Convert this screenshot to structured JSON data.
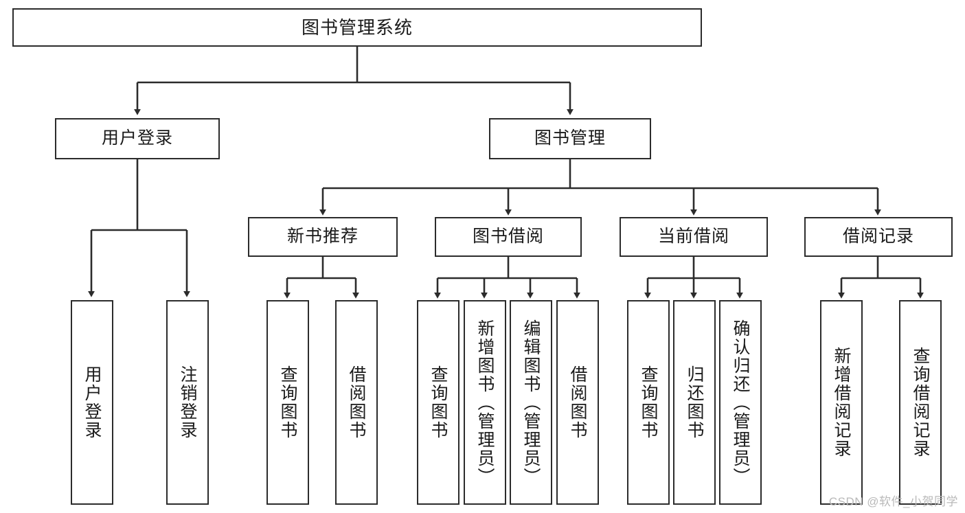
{
  "diagram": {
    "title": "图书管理系统",
    "type": "tree-hierarchy",
    "watermark": "CSDN @软件_小贺同学",
    "colors": {
      "background": "#ffffff",
      "box_border": "#2b2b2b",
      "box_fill": "#ffffff",
      "edge": "#2b2b2b",
      "text": "#1a1a1a",
      "watermark_text": "#b9b9b9"
    },
    "nodes": {
      "root": {
        "label": "图书管理系统"
      },
      "level2": [
        {
          "id": "user-login",
          "label": "用户登录"
        },
        {
          "id": "book-manage",
          "label": "图书管理"
        }
      ],
      "level3": [
        {
          "id": "new-book-rec",
          "label": "新书推荐"
        },
        {
          "id": "book-borrow",
          "label": "图书借阅"
        },
        {
          "id": "current-borrow",
          "label": "当前借阅"
        },
        {
          "id": "borrow-record",
          "label": "借阅记录"
        }
      ],
      "leaves": {
        "user_login": [
          {
            "id": "leaf-user-login",
            "label": "用户登录"
          },
          {
            "id": "leaf-logout",
            "label": "注销登录"
          }
        ],
        "new_book_rec": [
          {
            "id": "leaf-query-book-1",
            "label": "查询图书"
          },
          {
            "id": "leaf-borrow-book-1",
            "label": "借阅图书"
          }
        ],
        "book_borrow": [
          {
            "id": "leaf-query-book-2",
            "label": "查询图书"
          },
          {
            "id": "leaf-add-book",
            "label": "新增图书（管理员）"
          },
          {
            "id": "leaf-edit-book",
            "label": "编辑图书（管理员）"
          },
          {
            "id": "leaf-borrow-book-2",
            "label": "借阅图书"
          }
        ],
        "current_borrow": [
          {
            "id": "leaf-query-book-3",
            "label": "查询图书"
          },
          {
            "id": "leaf-return-book",
            "label": "归还图书"
          },
          {
            "id": "leaf-confirm-return",
            "label": "确认归还（管理员）"
          }
        ],
        "borrow_record": [
          {
            "id": "leaf-add-record",
            "label": "新增借阅记录"
          },
          {
            "id": "leaf-query-record",
            "label": "查询借阅记录"
          }
        ]
      }
    }
  }
}
